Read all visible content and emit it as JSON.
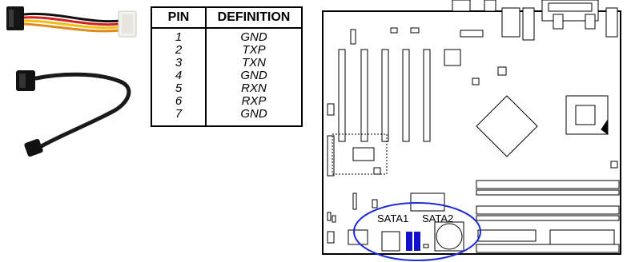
{
  "pin_table": {
    "header": {
      "pin": "PIN",
      "definition": "DEFINITION"
    },
    "rows": [
      {
        "pin": "1",
        "definition": "GND"
      },
      {
        "pin": "2",
        "definition": "TXP"
      },
      {
        "pin": "3",
        "definition": "TXN"
      },
      {
        "pin": "4",
        "definition": "GND"
      },
      {
        "pin": "5",
        "definition": "RXN"
      },
      {
        "pin": "6",
        "definition": "RXP"
      },
      {
        "pin": "7",
        "definition": "GND"
      }
    ]
  },
  "board": {
    "sata1_label": "SATA1",
    "sata2_label": "SATA2",
    "highlight_color": "#1a2ad8",
    "connector_color": "#1010cc"
  },
  "photos": {
    "power_cable": "sata-power-cable-photo",
    "data_cable": "sata-data-cable-photo"
  }
}
